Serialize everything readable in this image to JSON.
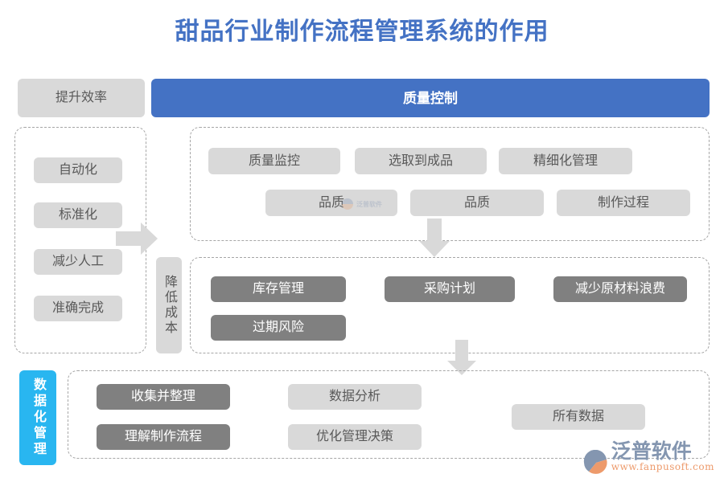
{
  "page": {
    "title": "甜品行业制作流程管理系统的作用",
    "title_color": "#4472c4",
    "background": "#ffffff"
  },
  "colors": {
    "blue": "#4472c4",
    "cyan": "#29b6f0",
    "light_gray": "#d9d9d9",
    "dark_gray": "#808080",
    "dashed_border": "#a6a6a6",
    "text_gray": "#595959",
    "logo_blue": "#8496b0",
    "logo_orange": "#ed9a6b"
  },
  "sections": {
    "efficiency": {
      "header_label": "提升效率",
      "items": [
        {
          "label": "自动化"
        },
        {
          "label": "标准化"
        },
        {
          "label": "减少人工"
        },
        {
          "label": "准确完成"
        }
      ]
    },
    "quality": {
      "header_label": "质量控制",
      "items_row1": [
        {
          "label": "质量监控"
        },
        {
          "label": "选取到成品"
        },
        {
          "label": "精细化管理"
        }
      ],
      "items_row2": [
        {
          "label": "品质"
        },
        {
          "label": "品质"
        },
        {
          "label": "制作过程"
        }
      ]
    },
    "cost": {
      "header_label": "降低成本",
      "items_row1": [
        {
          "label": "库存管理"
        },
        {
          "label": "采购计划"
        },
        {
          "label": "减少原材料浪费"
        }
      ],
      "items_row2": [
        {
          "label": "过期风险"
        }
      ]
    },
    "data": {
      "header_label": "数据化管理",
      "items_col1": [
        {
          "label": "收集并整理"
        },
        {
          "label": "理解制作流程"
        }
      ],
      "items_col2": [
        {
          "label": "数据分析"
        },
        {
          "label": "优化管理决策"
        }
      ],
      "items_col3": [
        {
          "label": "所有数据"
        }
      ]
    }
  },
  "arrows": {
    "efficiency_to_cost": "arrow-right-icon",
    "quality_to_cost": "arrow-down-icon",
    "cost_to_data": "arrow-down-icon"
  },
  "watermark": {
    "text": "泛普软件"
  },
  "logo": {
    "name": "泛普软件",
    "url": "www.fanpusoft.com"
  }
}
